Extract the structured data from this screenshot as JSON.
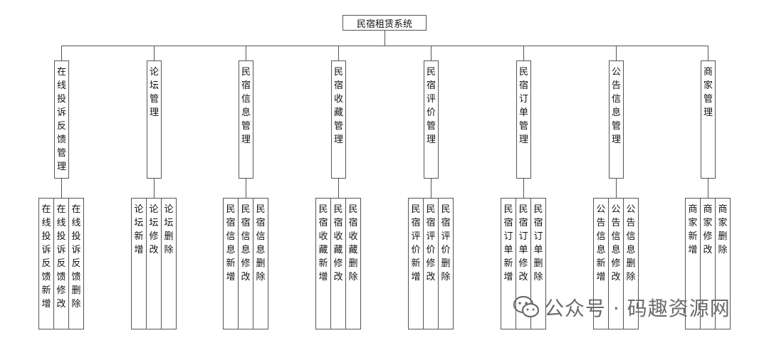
{
  "root": {
    "label": "民宿租赁系统"
  },
  "modules": [
    {
      "label": "在线投诉反馈管理",
      "children": [
        "在线投诉反馈新增",
        "在线投诉反馈修改",
        "在线投诉反馈删除"
      ]
    },
    {
      "label": "论坛管理",
      "children": [
        "论坛新增",
        "论坛修改",
        "论坛删除"
      ]
    },
    {
      "label": "民宿信息管理",
      "children": [
        "民宿信息新增",
        "民宿信息修改",
        "民宿信息删除"
      ]
    },
    {
      "label": "民宿收藏管理",
      "children": [
        "民宿收藏新增",
        "民宿收藏修改",
        "民宿收藏删除"
      ]
    },
    {
      "label": "民宿评价管理",
      "children": [
        "民宿评价新增",
        "民宿评价修改",
        "民宿评价删除"
      ]
    },
    {
      "label": "民宿订单管理",
      "children": [
        "民宿订单新增",
        "民宿订单修改",
        "民宿订单删除"
      ]
    },
    {
      "label": "公告信息管理",
      "children": [
        "公告信息新增",
        "公告信息修改",
        "公告信息删除"
      ]
    },
    {
      "label": "商家管理",
      "children": [
        "商家新增",
        "商家修改",
        "商家删除"
      ]
    }
  ],
  "watermark": {
    "text": "公众号 · 码趣资源网",
    "icon": "wechat-icon"
  }
}
